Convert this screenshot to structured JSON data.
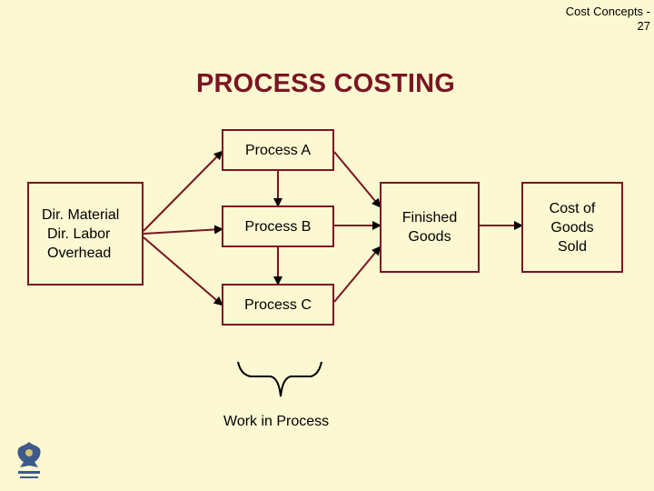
{
  "header": {
    "line1": "Cost Concepts -",
    "line2": "27"
  },
  "title": "PROCESS COSTING",
  "inputs": [
    "Dir. Material",
    "Dir. Labor",
    "Overhead"
  ],
  "processes": [
    "Process A",
    "Process B",
    "Process C"
  ],
  "finished_goods": [
    "Finished",
    "Goods"
  ],
  "cogs": [
    "Cost of",
    "Goods",
    "Sold"
  ],
  "wip_label": "Work in Process",
  "colors": {
    "accent": "#7a1522",
    "background": "#fbf8d2",
    "arrow": "#000000"
  },
  "logo": {
    "icon": "university-crest-icon"
  }
}
